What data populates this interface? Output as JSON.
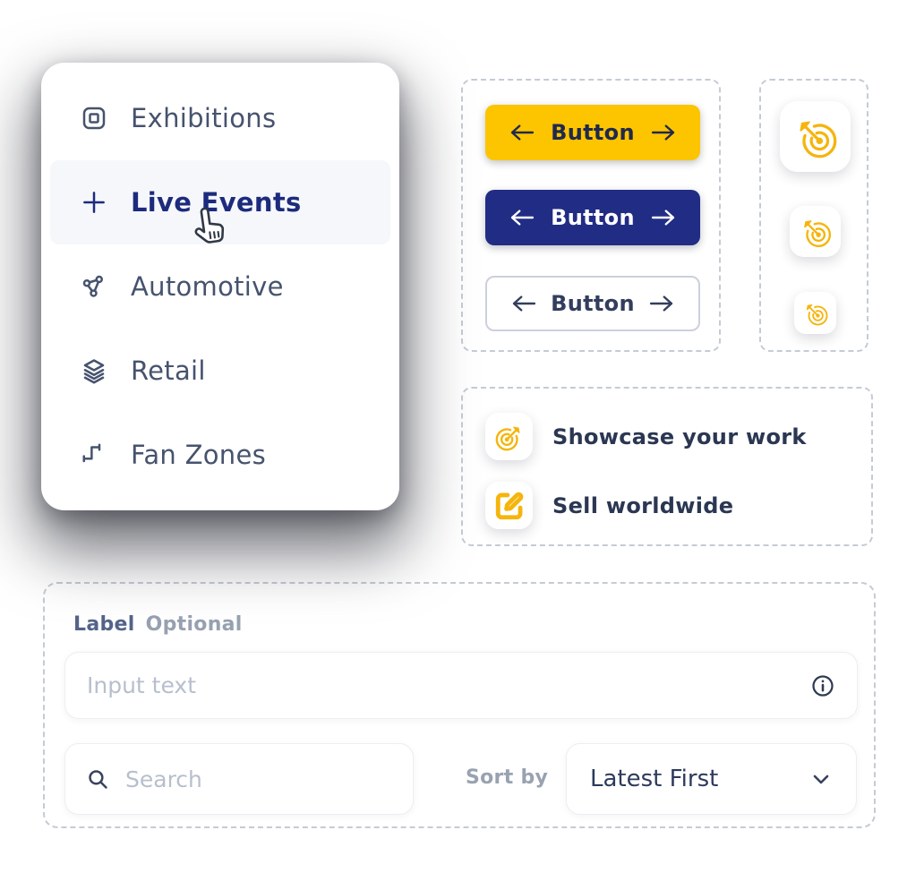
{
  "menu": {
    "items": [
      {
        "label": "Exhibitions",
        "icon": "frame-icon",
        "active": false
      },
      {
        "label": "Live Events",
        "icon": "plus-icon",
        "active": true
      },
      {
        "label": "Automotive",
        "icon": "network-icon",
        "active": false
      },
      {
        "label": "Retail",
        "icon": "layers-icon",
        "active": false
      },
      {
        "label": "Fan Zones",
        "icon": "steps-icon",
        "active": false
      }
    ],
    "cursor": "hand-pointer-cursor"
  },
  "buttons": {
    "primary": {
      "label": "Button",
      "icons": [
        "arrow-left-icon",
        "arrow-right-icon"
      ]
    },
    "secondary": {
      "label": "Button",
      "icons": [
        "arrow-left-icon",
        "arrow-right-icon"
      ]
    },
    "ghost": {
      "label": "Button",
      "icons": [
        "arrow-left-icon",
        "arrow-right-icon"
      ]
    }
  },
  "icon_buttons": {
    "icon": "target-arrow-icon",
    "sizes": [
      "large",
      "medium",
      "small"
    ]
  },
  "features": {
    "items": [
      {
        "label": "Showcase your work",
        "icon": "target-arrow-icon"
      },
      {
        "label": "Sell worldwide",
        "icon": "edit-icon"
      }
    ]
  },
  "form": {
    "label": "Label",
    "optional_tag": "Optional",
    "input_placeholder": "Input text",
    "input_trailing_icon": "info-icon",
    "search_placeholder": "Search",
    "search_icon": "search-icon",
    "sort_by_label": "Sort by",
    "sort_value": "Latest First",
    "sort_icon": "chevron-down-icon"
  },
  "colors": {
    "accent_yellow": "#FDC400",
    "icon_yellow": "#F5B50D",
    "brand_navy": "#212C84",
    "active_text_navy": "#1C2B7D",
    "text_slate": "#46536E",
    "feature_text": "#2B3752",
    "placeholder_gray": "#B7BFCD",
    "dashed_border_gray": "#C5CBD5",
    "optional_gray": "#97A1B0",
    "highlight_row_bg": "#F5F7FA"
  }
}
